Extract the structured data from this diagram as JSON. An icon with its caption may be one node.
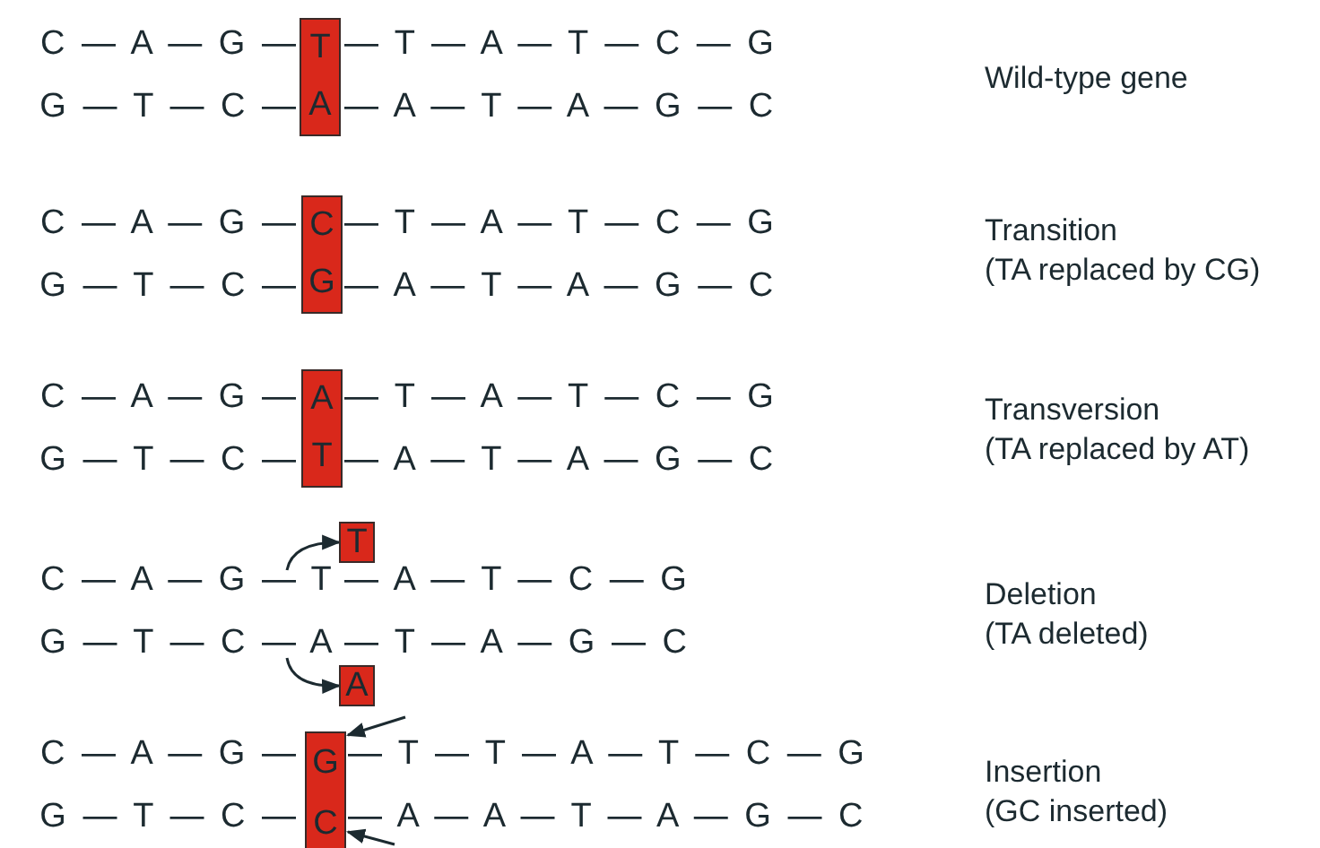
{
  "diagram": {
    "nodes": [
      {
        "text": [
          "T",
          "A"
        ]
      },
      {
        "text": [
          "C",
          "G"
        ]
      },
      {
        "text": [
          "A",
          "T"
        ]
      },
      {
        "text": [
          "T"
        ]
      },
      {
        "text": [
          "T"
        ]
      },
      {
        "text": [
          "A"
        ]
      },
      {
        "text": [
          "A"
        ]
      },
      {
        "text": [
          "G",
          "C"
        ]
      }
    ],
    "edges": [
      {
        "from": 3,
        "to": 4,
        "arrow": "to"
      },
      {
        "from": 5,
        "to": 6,
        "arrow": "to"
      },
      {
        "from": null,
        "to": 7,
        "arrow": "to"
      },
      {
        "from": null,
        "to": 7,
        "arrow": "to"
      }
    ],
    "labels": [
      "C — A — G —",
      "— T — A — T — C — G",
      "Wild-type gene",
      "G — T — C —",
      "— A — T — A — G — C",
      "C — A — G —",
      "— T — A — T — C — G",
      "Transition",
      "G — T — C —",
      "— A — T — A — G — C",
      "(TA replaced by CG)",
      "C — A — G —",
      "— T — A — T — C — G",
      "Transversion",
      "G — T — C —",
      "— A — T — A — G — C",
      "(TA replaced by AT)",
      "C — A — G —",
      "— A — T — C — G",
      "Deletion",
      "G — T — C —",
      "— T — A — G — C",
      "(TA deleted)",
      "C — A — G —",
      "— T — T — A — T — C — G",
      "Insertion",
      "G — T — C —",
      "— A — A — T — A — G — C",
      "(GC inserted)"
    ]
  }
}
